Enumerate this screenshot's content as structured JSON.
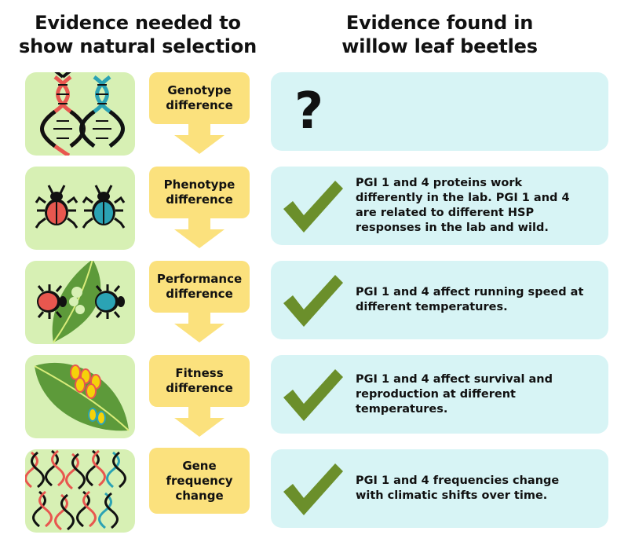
{
  "headers": {
    "left": [
      "Evidence needed to",
      "show natural selection"
    ],
    "right": [
      "Evidence found in",
      "willow leaf beetles"
    ]
  },
  "stages": [
    {
      "label": [
        "Genotype",
        "difference"
      ],
      "status": "unknown",
      "status_glyph": "?",
      "evidence": [],
      "image": "dna-icon"
    },
    {
      "label": [
        "Phenotype",
        "difference"
      ],
      "status": "supported",
      "evidence": [
        "PGI 1 and 4 proteins work",
        "differently in the lab. PGI 1 and 4",
        "are related to different HSP",
        "responses in the lab and wild."
      ],
      "image": "beetles-icon"
    },
    {
      "label": [
        "Performance",
        "difference"
      ],
      "status": "supported",
      "evidence": [
        "PGI 1 and 4 affect running speed at",
        "different temperatures."
      ],
      "image": "beetles-leaf-icon"
    },
    {
      "label": [
        "Fitness",
        "difference"
      ],
      "status": "supported",
      "evidence": [
        "PGI 1 and 4 affect survival and",
        "reproduction at different",
        "temperatures."
      ],
      "image": "leaf-eggs-icon"
    },
    {
      "label": [
        "Gene",
        "frequency",
        "change"
      ],
      "status": "supported",
      "evidence": [
        "PGI 1 and 4 frequencies change",
        "with climatic shifts over time."
      ],
      "image": "dna-population-icon"
    }
  ],
  "colors": {
    "image_box": "#d7f0b4",
    "stage_box": "#fbe17d",
    "evidence_box": "#d7f4f5",
    "check": "#6b8f2b",
    "dna_red": "#e8574f",
    "dna_blue": "#2ba3b4"
  }
}
